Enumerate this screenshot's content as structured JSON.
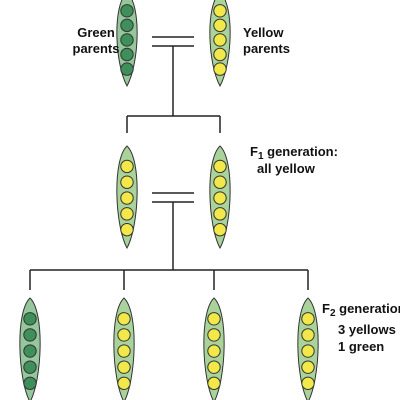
{
  "labels": {
    "green_parents_line1": "Green",
    "green_parents_line2": "parents",
    "yellow_parents_line1": "Yellow",
    "yellow_parents_line2": "parents",
    "f1_prefix": "F",
    "f1_sub": "1",
    "f1_suffix": " generation:",
    "f1_line2": "all yellow",
    "f2_prefix": "F",
    "f2_sub": "2",
    "f2_suffix": " generation:",
    "f2_line2": "3 yellows",
    "f2_line3": "1 green"
  },
  "colors": {
    "pod_green": "#96c79c",
    "pod_yellow": "#a9d39a",
    "pod_stroke": "#333333",
    "pea_green": "#3f8f5a",
    "pea_yellow": "#f2e84a",
    "line": "#222222"
  },
  "generations": {
    "parents": [
      "green",
      "yellow"
    ],
    "f1": [
      "yellow",
      "yellow"
    ],
    "f2": [
      "green",
      "yellow",
      "yellow",
      "yellow"
    ]
  }
}
